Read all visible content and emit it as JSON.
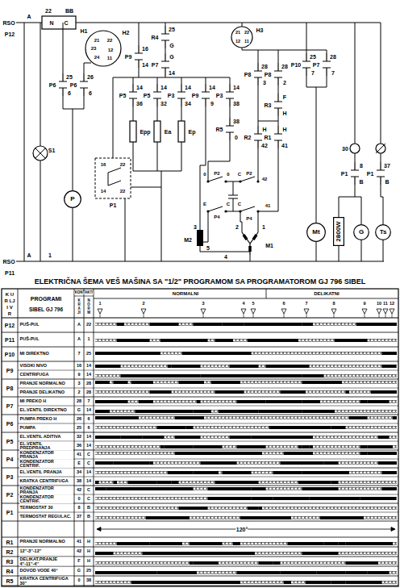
{
  "diagram": {
    "title": "ELEKTRIČNA ŠEMA VEŠ MAŠINA SA \"1/2\" PROGRAMOM SA PROGRAMATOROM GJ 796 SIBEL",
    "nodes": [
      {
        "text": [
          "P"
        ]
      },
      {
        "text": [
          "Mt"
        ]
      },
      {
        "text": [
          "2800W"
        ]
      },
      {
        "text": [
          "G"
        ]
      },
      {
        "text": [
          "Ts"
        ]
      }
    ],
    "labels": [
      "RSO",
      "A",
      "P12",
      "22",
      "BB",
      "N",
      "C",
      "H1",
      "H2",
      "21",
      "22",
      "23",
      "24",
      "12",
      "11",
      "25",
      "R4",
      "G",
      "H3",
      "21",
      "22",
      "11",
      "12",
      "25",
      "P10",
      "7",
      "28",
      "P7",
      "7",
      "25",
      "P6",
      "6",
      "26",
      "P6",
      "6",
      "16",
      "P9",
      "14",
      "G",
      "P7",
      "14",
      "14",
      "P9",
      "9",
      "14",
      "P3",
      "38",
      "28",
      "P8",
      "3",
      "28",
      "P8",
      "2",
      "F",
      "R3",
      "H",
      "H",
      "R2",
      "42",
      "H",
      "R1",
      "41",
      "38",
      "R5",
      "0",
      "14",
      "P5",
      "36",
      "14",
      "P5",
      "32",
      "14",
      "P3",
      "34",
      "Epp",
      "Ea",
      "Ep",
      "0",
      "P2",
      "0",
      "42",
      "P2",
      "C",
      "E",
      "C",
      "P4",
      "C",
      "41",
      "P4",
      "3",
      "5",
      "M2",
      "2",
      "1",
      "M1",
      "4",
      "16",
      "22",
      "14",
      "22",
      "P1",
      "S1",
      "30",
      "8",
      "P1",
      "B",
      "37",
      "P1",
      "B",
      "RSO",
      "A",
      "P11",
      "1",
      "K U",
      "R LJ",
      "I V",
      "R",
      "PROGRAMI",
      "SIBEL GJ 796",
      "KONTAKTI",
      "KRAJI",
      "NORM",
      "NORMALNI",
      "DELIKATNI",
      "1",
      "2",
      "3",
      "4",
      "5",
      "6",
      "7",
      "8",
      "9",
      "10",
      "11",
      "12",
      "P12",
      "PUŠ-PUL",
      "A",
      "22",
      "P11",
      "PUŠ-PUL",
      "A",
      "1",
      "P10",
      "MI DIREKTNO",
      "7",
      "25",
      "P9",
      "VISOKI NIVO",
      "16",
      "14",
      "CENTRIFUGA",
      "9",
      "14",
      "P8",
      "PRANJE NORMALNO",
      "3",
      "28",
      "PRANJE DELIKATNO",
      "2",
      "28",
      "P7",
      "MI PREKO H",
      "28",
      "7",
      "EL.VENTIL DIREKTNO",
      "G",
      "14",
      "P6",
      "PUMPA PREKO H",
      "26",
      "6",
      "PUMPA",
      "25",
      "6",
      "P5",
      "EL.VENTIL ADITIVA",
      "32",
      "14",
      "EL.VENTIL PREDPRANJA",
      "36",
      "14",
      "P4",
      "KONDENZATOR PRANJA",
      "41",
      "C",
      "KONDENZATOR CENTRIF.",
      "E",
      "C",
      "P3",
      "EL.VENTIL PRANJA",
      "34",
      "14",
      "KRATKA CENTRIFUGA",
      "38",
      "14",
      "P2",
      "KONDENZATOR PRANJA",
      "42",
      "C",
      "KONDENZATOR CENTRIF.",
      "0",
      "C",
      "P1",
      "TERMOSTAT 30",
      "8",
      "B",
      "TERMOSTAT REGULAC.",
      "37",
      "B",
      "120°",
      "R1",
      "PRANJE NORMALNO",
      "41",
      "H",
      "R2",
      "12''-3''-12''",
      "42",
      "H",
      "R3",
      "DELIKAT.PRANJE 4''-11''-4''",
      "F",
      "H",
      "R4",
      "DOVOD VODE 40°",
      "G",
      "25",
      "R5",
      "KRATKA CENTRIFUGA 30''",
      "0",
      "38"
    ]
  }
}
